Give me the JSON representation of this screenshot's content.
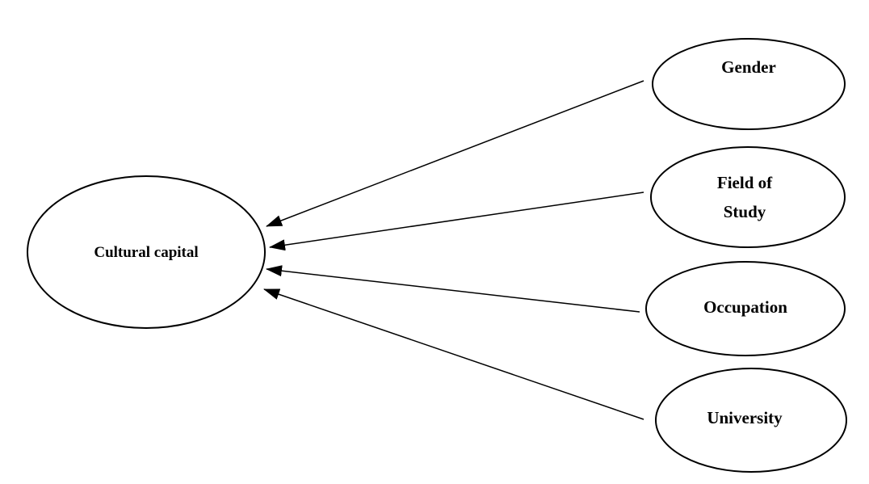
{
  "target": {
    "label": "Cultural capital"
  },
  "sources": [
    {
      "lines": [
        "Gender"
      ]
    },
    {
      "lines": [
        "Field of",
        "Study"
      ]
    },
    {
      "lines": [
        "Occupation"
      ]
    },
    {
      "lines": [
        "University"
      ]
    }
  ],
  "colors": {
    "stroke": "#000000",
    "background": "#ffffff"
  }
}
